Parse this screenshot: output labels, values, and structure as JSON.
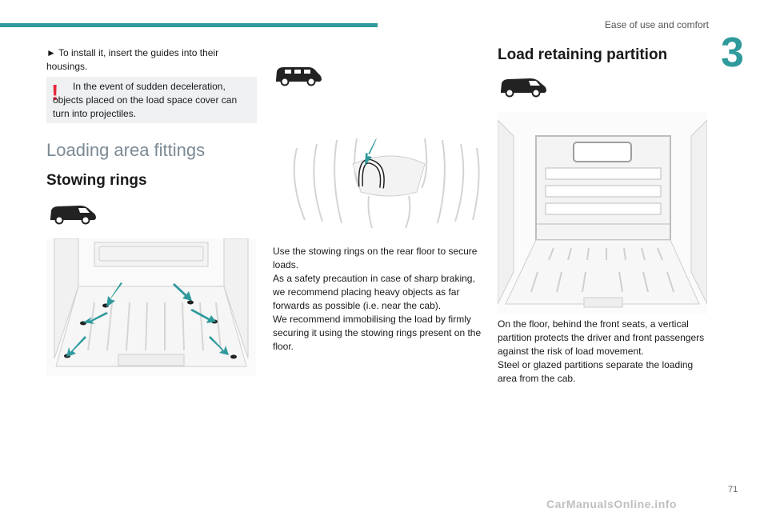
{
  "header": {
    "title": "Ease of use and comfort",
    "chapter": "3"
  },
  "left": {
    "install_text": "► To install it, insert the guides into their housings.",
    "warning": "In the event of sudden deceleration, objects placed on the load space cover can turn into projectiles.",
    "section_title": "Loading area fittings",
    "stowing_title": "Stowing rings"
  },
  "middle": {
    "paragraphs": [
      "Use the stowing rings on the rear floor to secure loads.",
      "As a safety precaution in case of sharp braking, we recommend placing heavy objects as far forwards as possible (i.e. near the cab).",
      "We recommend immobilising the load by firmly securing it using the stowing rings present on the floor."
    ]
  },
  "right": {
    "title": "Load retaining partition",
    "paragraphs": [
      "On the floor, behind the front seats, a vertical partition protects the driver and front passengers against the risk of load movement.",
      "Steel or glazed partitions separate the loading area from the cab."
    ]
  },
  "footer": {
    "page": "71",
    "watermark": "CarManualsOnline.info"
  },
  "colors": {
    "accent": "#2f9a9c",
    "warning": "#e8283c",
    "section": "#7b8a94"
  }
}
